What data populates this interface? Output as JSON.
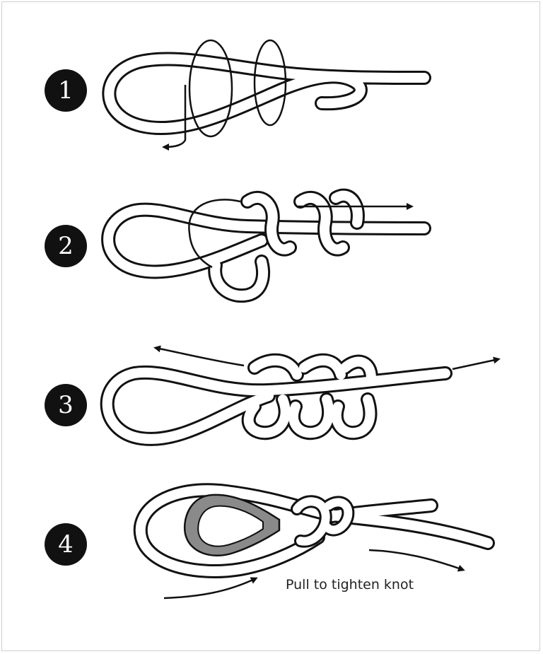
{
  "steps": [
    {
      "number": "1"
    },
    {
      "number": "2"
    },
    {
      "number": "3"
    },
    {
      "number": "4"
    }
  ],
  "caption": "Pull to tighten knot",
  "colors": {
    "rope_outline": "#111111",
    "rope_fill": "#ffffff",
    "thimble_fill": "#8a8a8a",
    "badge": "#111111"
  }
}
